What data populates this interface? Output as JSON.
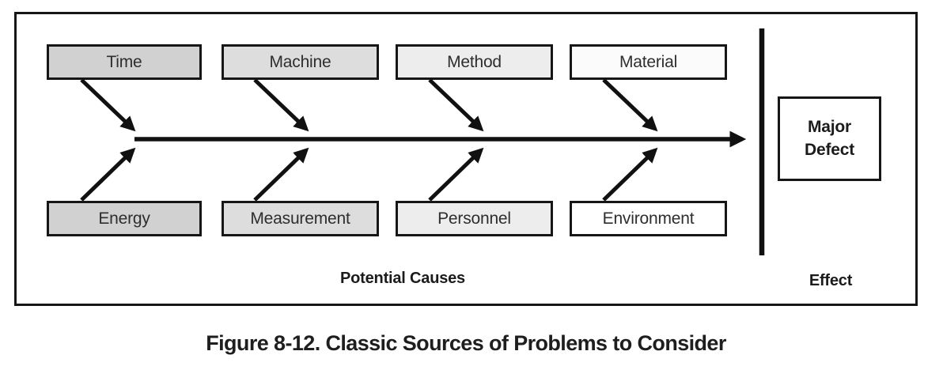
{
  "figure": {
    "caption": "Figure 8-12. Classic Sources of Problems to Consider",
    "labels": {
      "potential_causes": "Potential Causes",
      "effect": "Effect"
    },
    "effect_box": {
      "line1": "Major",
      "line2": "Defect"
    },
    "causes": {
      "top": [
        {
          "label": "Time",
          "fill": "#d1d1d1"
        },
        {
          "label": "Machine",
          "fill": "#dddddd"
        },
        {
          "label": "Method",
          "fill": "#ededed"
        },
        {
          "label": "Material",
          "fill": "#fbfbfb"
        }
      ],
      "bottom": [
        {
          "label": "Energy",
          "fill": "#d1d1d1"
        },
        {
          "label": "Measurement",
          "fill": "#dddddd"
        },
        {
          "label": "Personnel",
          "fill": "#ededed"
        },
        {
          "label": "Environment",
          "fill": "#ffffff"
        }
      ]
    },
    "colors": {
      "line": "#111111",
      "border": "#161616"
    }
  }
}
